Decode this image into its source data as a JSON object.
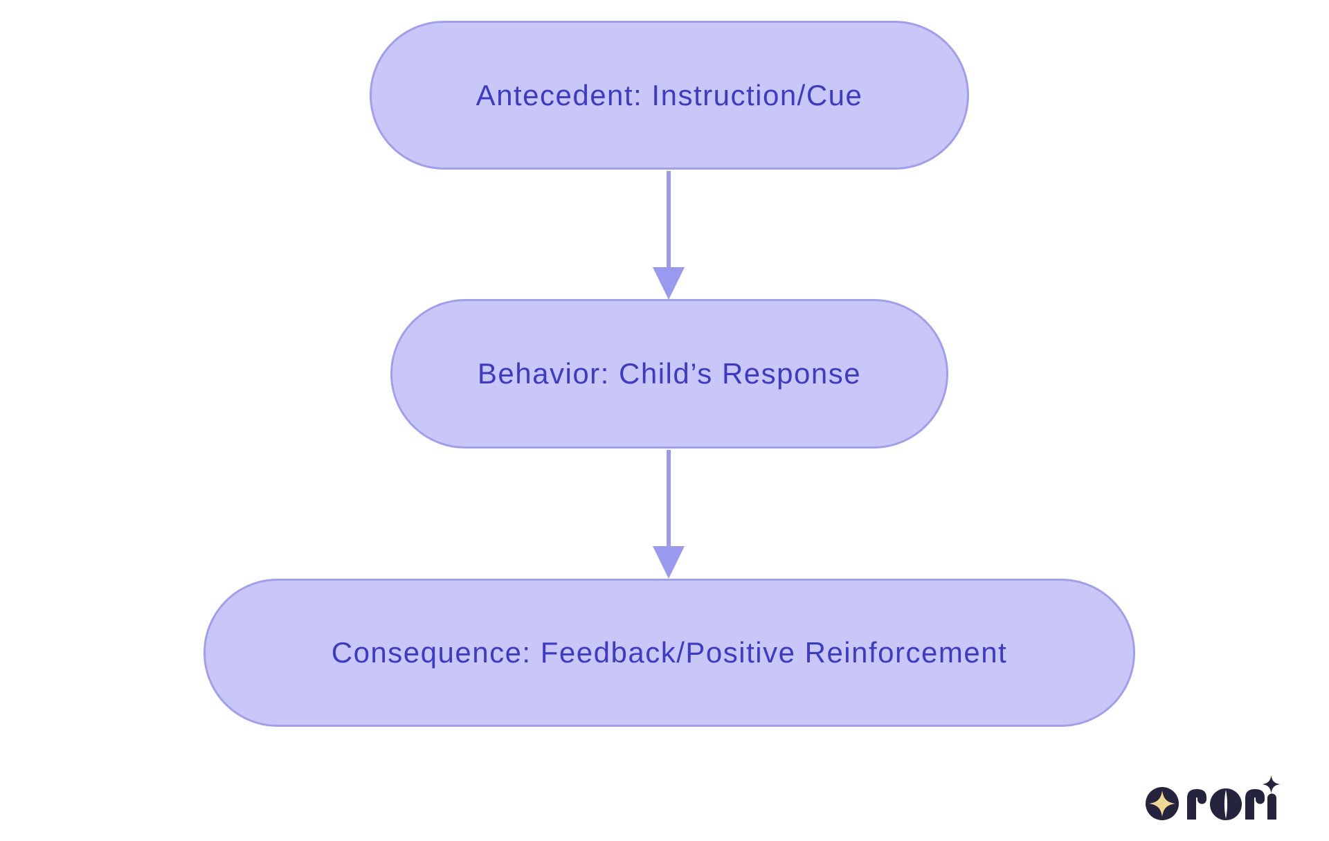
{
  "theme": {
    "background": "#ffffff",
    "node_fill": "#c8c7f7",
    "node_border": "#a09fee",
    "node_text": "#3c3bc6",
    "arrow": "#9a99f0",
    "logo_navy": "#24243e",
    "logo_gold": "#f1d795"
  },
  "diagram": {
    "type": "flowchart",
    "direction": "top-down",
    "nodes": [
      {
        "id": "antecedent",
        "label": "Antecedent: Instruction/Cue"
      },
      {
        "id": "behavior",
        "label": "Behavior: Child’s Response"
      },
      {
        "id": "consequence",
        "label": "Consequence: Feedback/Positive Reinforcement"
      }
    ],
    "edges": [
      {
        "from": "antecedent",
        "to": "behavior"
      },
      {
        "from": "behavior",
        "to": "consequence"
      }
    ]
  },
  "logo": {
    "brand": "rori",
    "icon": "sparkle-star-icon"
  }
}
